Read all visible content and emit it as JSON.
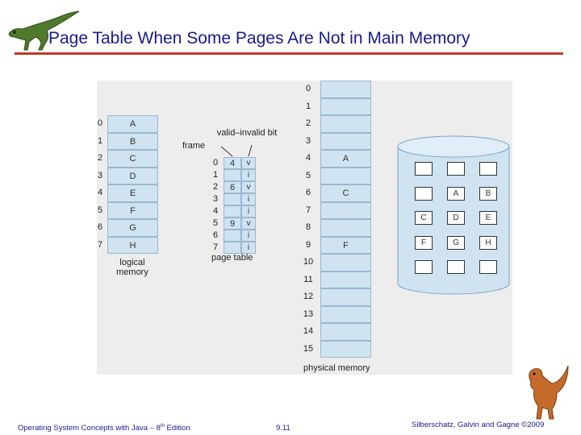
{
  "title": "Page Table When Some Pages Are Not in Main Memory",
  "logical_memory": {
    "label": "logical memory",
    "indices": [
      "0",
      "1",
      "2",
      "3",
      "4",
      "5",
      "6",
      "7"
    ],
    "pages": [
      "A",
      "B",
      "C",
      "D",
      "E",
      "F",
      "G",
      "H"
    ]
  },
  "page_table": {
    "label": "page table",
    "frame_label": "frame",
    "valid_label": "valid–invalid bit",
    "indices": [
      "0",
      "1",
      "2",
      "3",
      "4",
      "5",
      "6",
      "7"
    ],
    "frames": [
      "4",
      "",
      "6",
      "",
      "",
      "9",
      "",
      ""
    ],
    "bits": [
      "v",
      "i",
      "v",
      "i",
      "i",
      "v",
      "i",
      "i"
    ]
  },
  "physical_memory": {
    "label": "physical memory",
    "indices": [
      "0",
      "1",
      "2",
      "3",
      "4",
      "5",
      "6",
      "7",
      "8",
      "9",
      "10",
      "11",
      "12",
      "13",
      "14",
      "15"
    ],
    "contents": [
      "",
      "",
      "",
      "",
      "A",
      "",
      "C",
      "",
      "",
      "F",
      "",
      "",
      "",
      "",
      "",
      ""
    ]
  },
  "disk": {
    "rows": [
      [
        "",
        "",
        ""
      ],
      [
        "",
        "A",
        "B"
      ],
      [
        "C",
        "D",
        "E"
      ],
      [
        "F",
        "G",
        "H"
      ],
      [
        "",
        "",
        ""
      ]
    ]
  },
  "footer": {
    "left_main": "Operating System Concepts  with Java – 8",
    "left_sup": "th",
    "left_end": " Edition",
    "center": "9.11",
    "right": "Silberschatz, Galvin and Gagne ©2009"
  },
  "colors": {
    "title": "#1a1a8c",
    "rule": "#c0392b",
    "cell_fill": "#cfe3f1",
    "disk_fill": "#cfe3f1",
    "panel": "#ededed"
  }
}
